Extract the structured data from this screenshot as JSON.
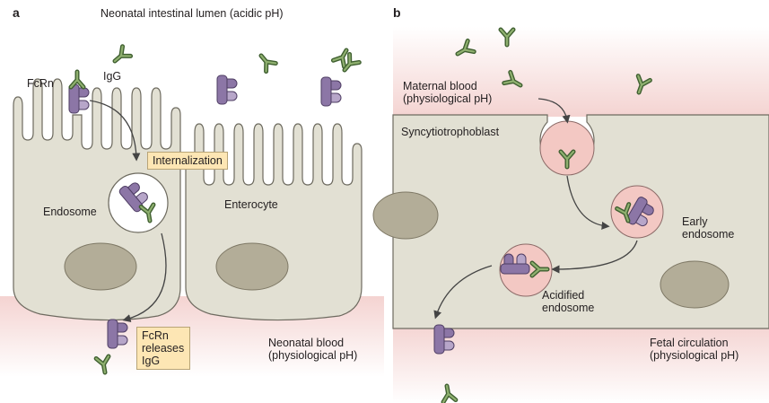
{
  "panel_a": {
    "letter": "a",
    "lumen_label": "Neonatal intestinal lumen (acidic pH)",
    "fcrn_label": "FcRn",
    "igg_label": "IgG",
    "internalization_label": "Internalization",
    "endosome_label": "Endosome",
    "enterocyte_label": "Enterocyte",
    "release_box": [
      "FcRn",
      "releases",
      "IgG"
    ],
    "blood_label": [
      "Neonatal blood",
      "(physiological pH)"
    ]
  },
  "panel_b": {
    "letter": "b",
    "maternal_label": [
      "Maternal blood",
      "(physiological pH)"
    ],
    "syncytio_label": "Syncytiotrophoblast",
    "early_endosome_label": [
      "Early",
      "endosome"
    ],
    "acidified_label": [
      "Acidified",
      "endosome"
    ],
    "fetal_label": [
      "Fetal circulation",
      "(physiological pH)"
    ]
  },
  "colors": {
    "cell_fill": "#e2e0d3",
    "cell_stroke": "#6d6a5f",
    "nucleus_fill": "#b3ad98",
    "fcrn_purple": "#8c76a6",
    "igg_green": "#5a7d45",
    "blood_pink": "#f6d8d6",
    "endosome_pink": "#f3c8c3",
    "label_box": "#fde6b4"
  }
}
